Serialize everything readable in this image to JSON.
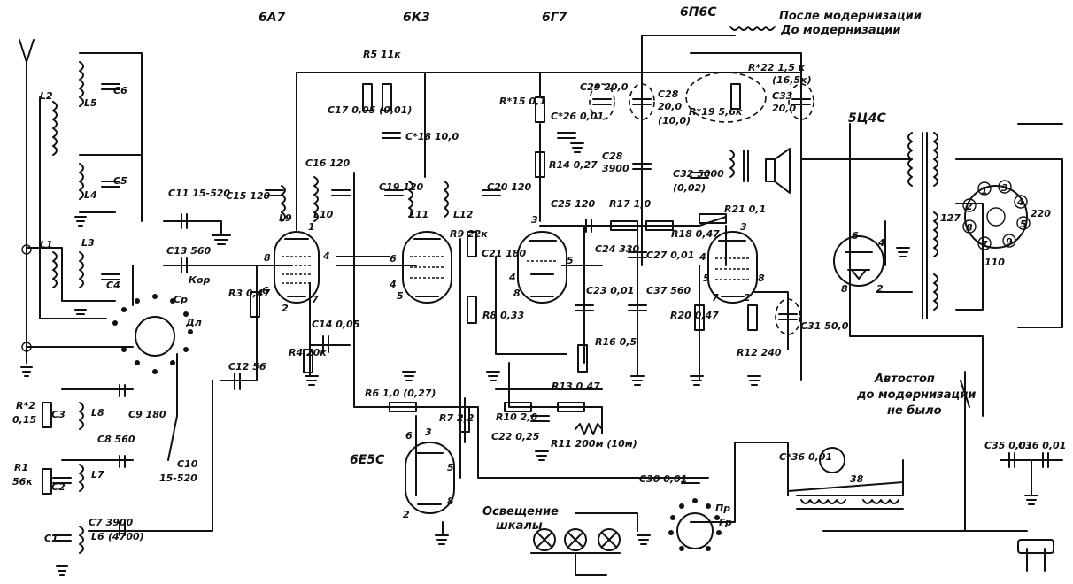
{
  "tubes": [
    "6А7",
    "6К3",
    "6Г7",
    "6П6С",
    "5Ц4С",
    "6Е5С"
  ],
  "notes": {
    "after": "После модернизации",
    "before": "До модернизации",
    "autostop_1": "Автостоп",
    "autostop_2": "до модернизации",
    "autostop_3": "не было",
    "lighting_1": "Освещение",
    "lighting_2": "шкалы"
  },
  "labels": {
    "r5": "R5 11к",
    "r15": "R*15 0,1",
    "c26": "C*26 0,01",
    "c29": "C29 20,0",
    "c28a": "C28",
    "c28b": "20,0",
    "c28c": "(10,0)",
    "c28d": "C28",
    "c28e": "3900",
    "r19": "R*19 5,6к",
    "r22a": "R*22 1,5 к",
    "r22b": "(16,5к)",
    "c33a": "C33",
    "c33b": "20,0",
    "c17": "C17 0,05 (0,01)",
    "c18": "C*18 10,0",
    "r14": "R14 0,27",
    "c32a": "C32 5000",
    "c32b": "(0,02)",
    "r21": "R21 0,1",
    "c15": "C15 120",
    "c16": "C16 120",
    "c11": "C11 15-520",
    "c13": "C13 560",
    "c19": "C19 120",
    "c20": "C20 120",
    "c25": "C25 120",
    "r17": "R17 1,0",
    "r18": "R18 0,47",
    "c24": "C24 330",
    "c27": "C27 0,01",
    "r9": "R9 22к",
    "c21": "C21 180",
    "r8": "R8 0,33",
    "c23": "C23 0,01",
    "c37": "C37 560",
    "r16": "R16 0,5",
    "r20": "R20 0,47",
    "r12": "R12 240",
    "c31": "C31 50,0",
    "r3": "R3 0,47",
    "r4": "R4 20к",
    "c14": "C14 0,05",
    "c12": "C12 56",
    "r6": "R6 1,0 (0,27)",
    "r7": "R7 2,2",
    "r13": "R13 0,47",
    "r10": "R10 2,0",
    "c22": "C22 0,25",
    "r11": "R11 200м (10м)",
    "c30": "C30 0,01",
    "c36": "C*36 0,01",
    "c35": "C35 0,01",
    "c36b": "C36 0,01",
    "c9": "C9 180",
    "c8": "C8 560",
    "c10": "C10",
    "c10b": "15-520",
    "c7": "C7 3900",
    "c7b": "(4700)",
    "r2a": "R*2",
    "r2b": "0,15",
    "r1a": "R1",
    "r1b": "56к",
    "c3": "C3",
    "c2": "C2",
    "c1": "C1",
    "l8": "L8",
    "l7": "L7",
    "l6": "L6",
    "l2": "L2",
    "l1": "L1",
    "l3": "L3",
    "l5": "L5",
    "l4": "L4",
    "c6": "C6",
    "c5": "C5",
    "c4": "C4",
    "l9": "L9",
    "l10": "L10",
    "l11": "L11",
    "l12": "L12",
    "kor": "Кор",
    "sr": "Ср",
    "dl": "Дл",
    "pr": "Пр",
    "gr": "Гр",
    "n38": "38",
    "v127": "127",
    "v220": "220",
    "v110": "110"
  },
  "pins": {
    "p0": "8",
    "p1": "6",
    "p2": "2",
    "p3": "7",
    "p4": "4",
    "p5": "1",
    "p6": "6",
    "p7": "4",
    "p8": "5",
    "p9": "3",
    "p10": "4",
    "p11": "8",
    "p12": "5",
    "p13": "4",
    "p14": "5",
    "p15": "7",
    "p16": "8",
    "p17": "2",
    "p18": "3",
    "p19": "6",
    "p20": "4",
    "p21": "8",
    "p22": "2",
    "p23": "6",
    "p24": "3",
    "p25": "5",
    "p26": "2",
    "p27": "8",
    "p28": "1",
    "p29": "3",
    "p30": "4",
    "p31": "5",
    "p32": "9",
    "p33": "7",
    "p34": "8",
    "p35": "2"
  }
}
